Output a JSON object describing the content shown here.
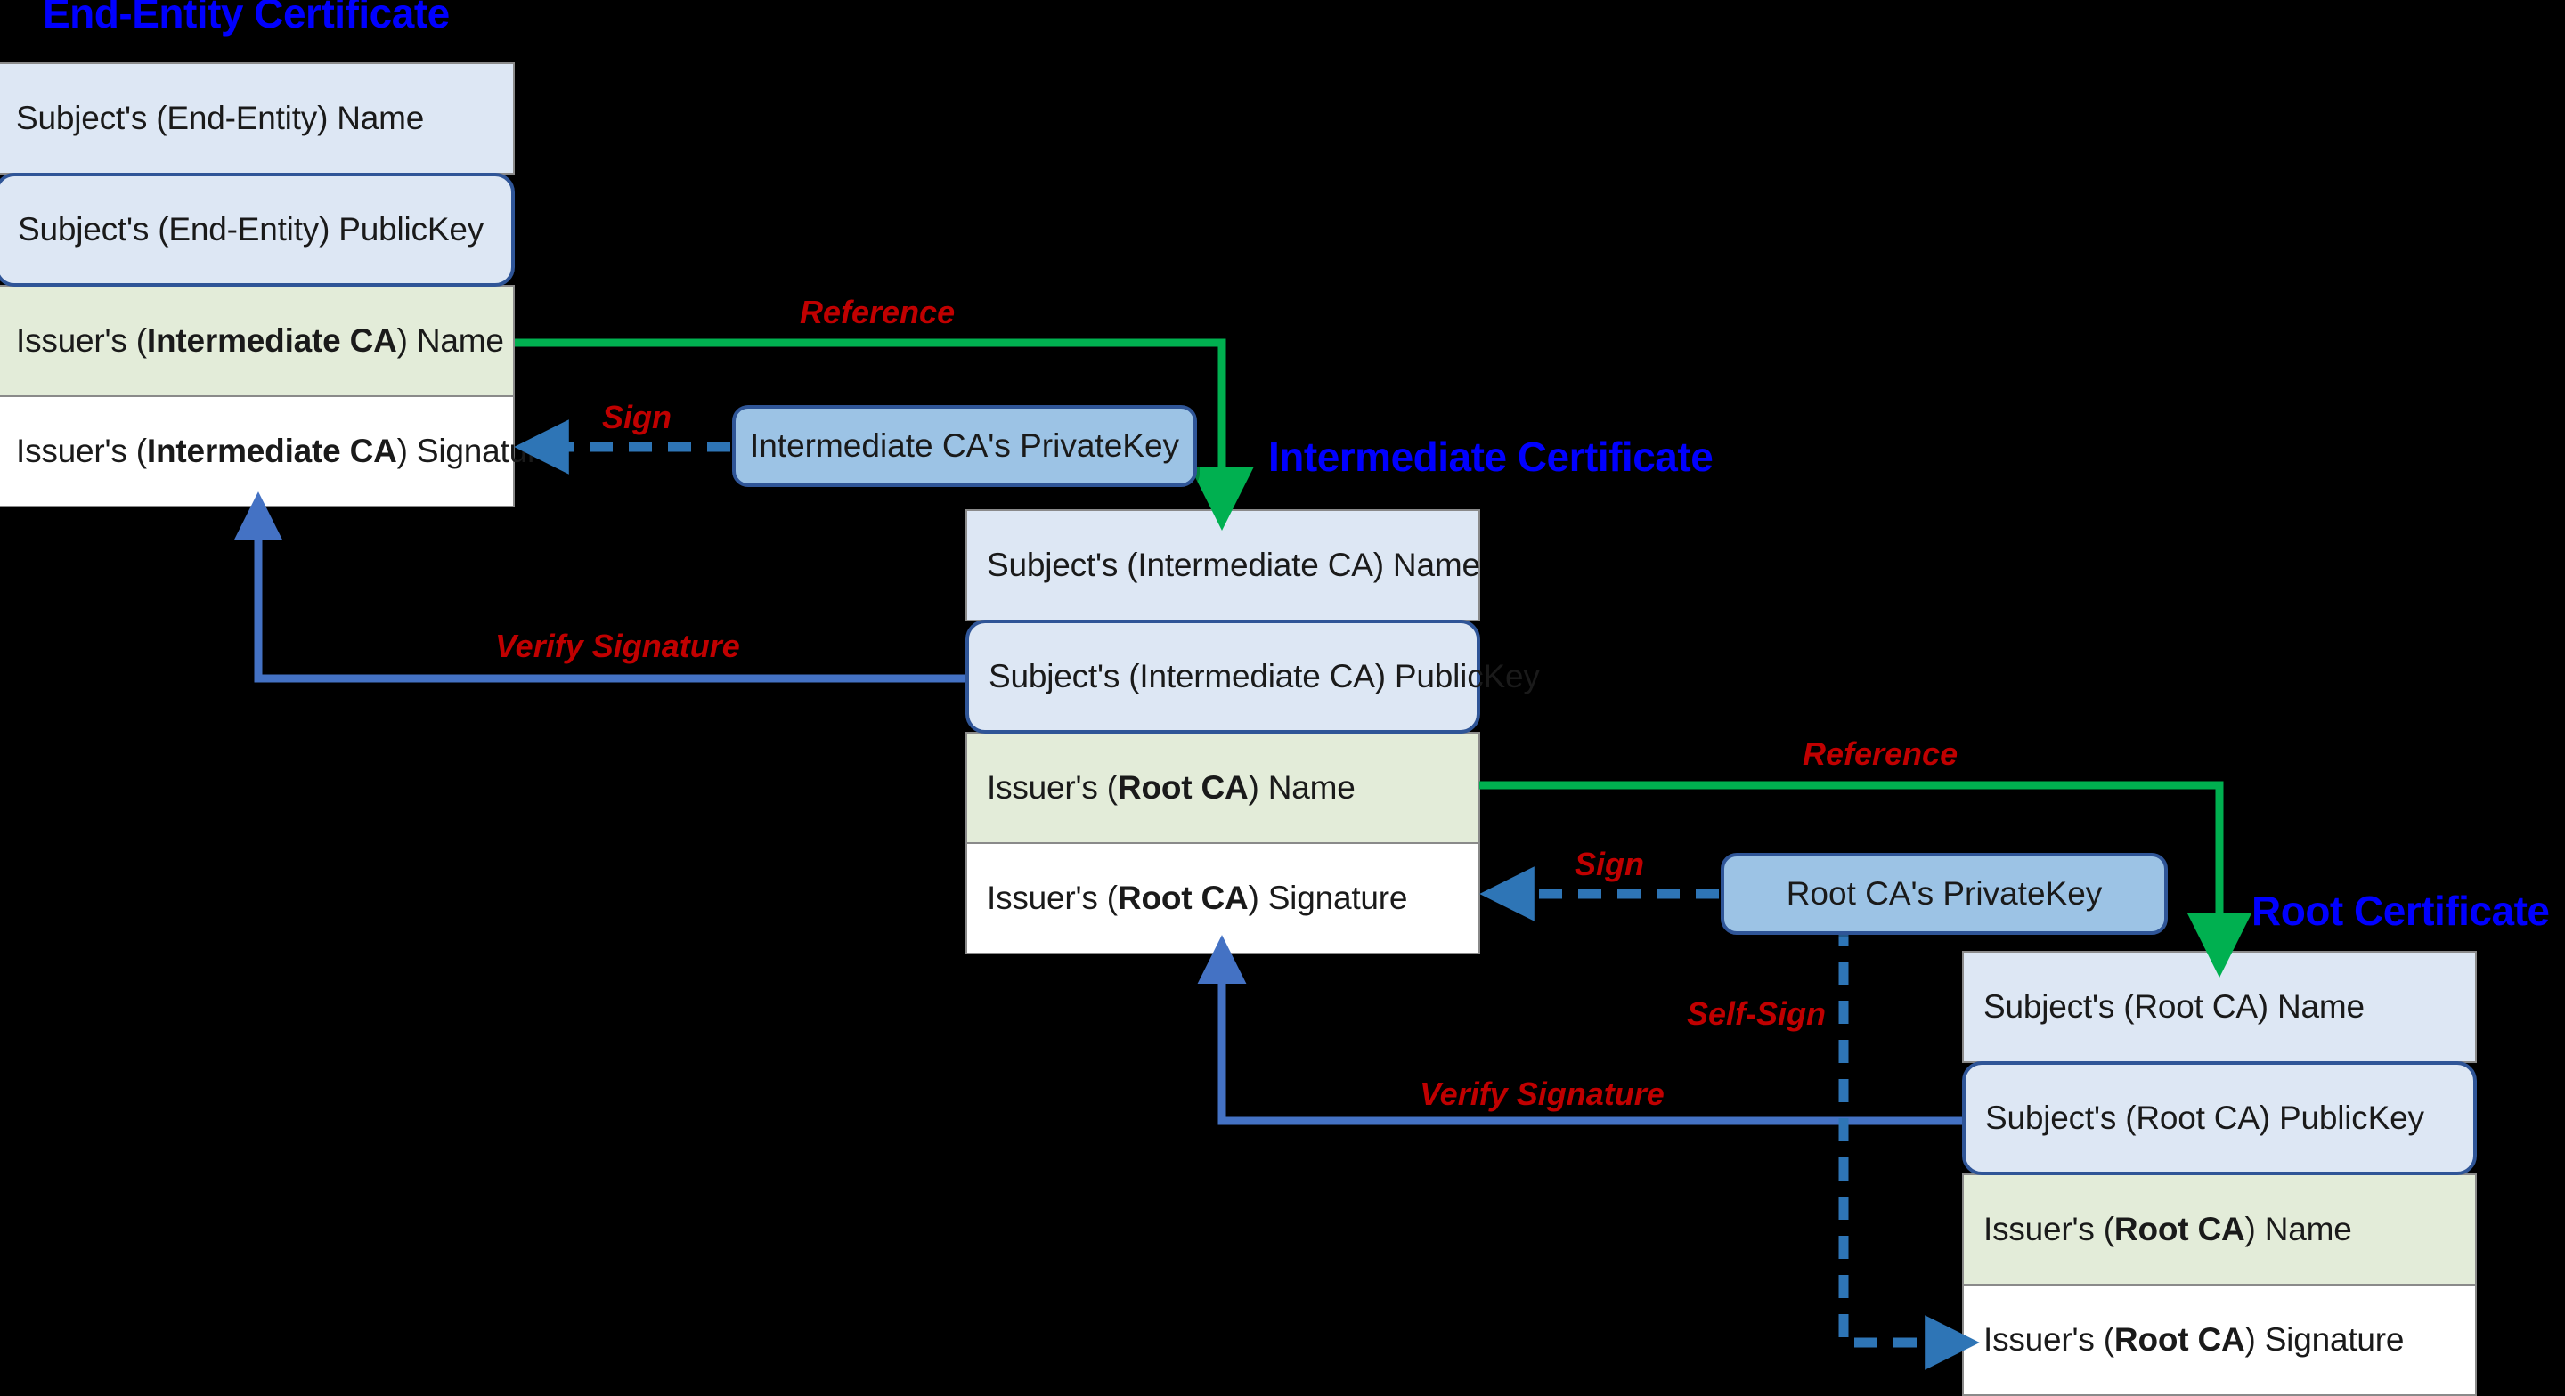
{
  "diagram": {
    "background": "#000000",
    "title_color": "#0000ff",
    "label_color": "#c00000",
    "reference_color": "#00b050",
    "sign_color": "#2e75b6",
    "verify_color": "#4472c4",
    "row_name_fill": "#dde7f4",
    "row_issuer_fill": "#e3ecd9",
    "row_sig_fill": "#ffffff",
    "privkey_fill": "#9cc3e5"
  },
  "end_entity": {
    "title": "End-Entity Certificate",
    "rows": {
      "subject_name": "Subject's (End-Entity) Name",
      "subject_pubkey": "Subject's (End-Entity) PublicKey",
      "issuer_name_pre": "Issuer's (",
      "issuer_name_bold": "Intermediate CA",
      "issuer_name_post": ") Name",
      "issuer_sig_pre": "Issuer's (",
      "issuer_sig_bold": "Intermediate CA",
      "issuer_sig_post": ") Signature"
    }
  },
  "intermediate": {
    "title": "Intermediate Certificate",
    "privatekey": "Intermediate CA's PrivateKey",
    "rows": {
      "subject_name": "Subject's (Intermediate CA) Name",
      "subject_pubkey": "Subject's (Intermediate CA) PublicKey",
      "issuer_name_pre": "Issuer's (",
      "issuer_name_bold": "Root CA",
      "issuer_name_post": ") Name",
      "issuer_sig_pre": "Issuer's (",
      "issuer_sig_bold": "Root CA",
      "issuer_sig_post": ") Signature"
    }
  },
  "root": {
    "title": "Root Certificate",
    "privatekey": "Root CA's PrivateKey",
    "rows": {
      "subject_name": "Subject's (Root CA) Name",
      "subject_pubkey": "Subject's (Root CA) PublicKey",
      "issuer_name_pre": "Issuer's (",
      "issuer_name_bold": "Root CA",
      "issuer_name_post": ") Name",
      "issuer_sig_pre": "Issuer's (",
      "issuer_sig_bold": "Root CA",
      "issuer_sig_post": ") Signature"
    }
  },
  "edges": {
    "reference_upper": "Reference",
    "sign_upper": "Sign",
    "verify_upper": "Verify Signature",
    "reference_lower": "Reference",
    "sign_lower": "Sign",
    "verify_lower": "Verify Signature",
    "self_sign": "Self-Sign"
  }
}
